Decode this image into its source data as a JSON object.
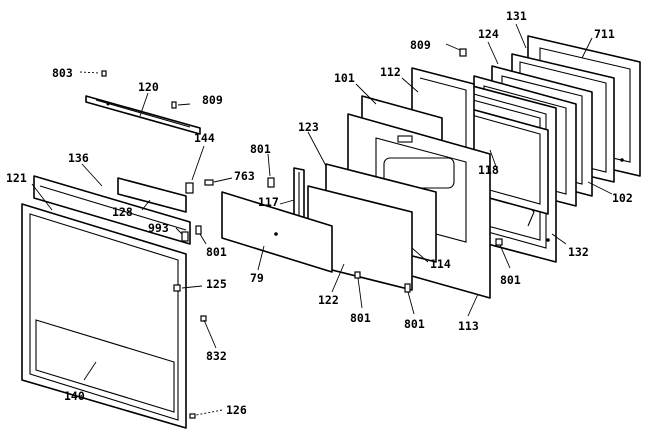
{
  "labels": {
    "p711": "711",
    "p131": "131",
    "p124": "124",
    "p809a": "809",
    "p803": "803",
    "p120": "120",
    "p809b": "809",
    "p101": "101",
    "p112": "112",
    "p144": "144",
    "p123": "123",
    "p118": "118",
    "p102": "102",
    "p801a": "801",
    "p763": "763",
    "p136": "136",
    "p121": "121",
    "p128": "128",
    "p117": "117",
    "p993": "993",
    "p801b": "801",
    "p114": "114",
    "p132": "132",
    "p801c": "801",
    "p79": "79",
    "p125": "125",
    "p122": "122",
    "p801d": "801",
    "p801e": "801",
    "p113": "113",
    "p832": "832",
    "p140": "140",
    "p126": "126"
  }
}
